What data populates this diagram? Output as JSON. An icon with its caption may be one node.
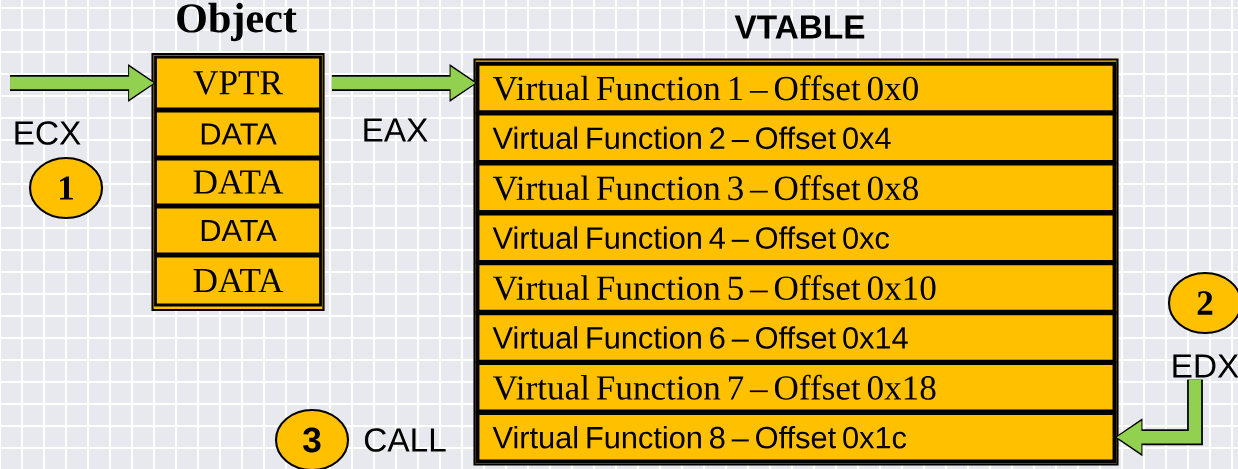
{
  "diagram": {
    "nodes": [
      {
        "text": [
          "Object"
        ]
      },
      {
        "text": [
          "VPTR"
        ],
        "in": 0
      },
      {
        "text": [
          "DATA"
        ],
        "in": 0
      },
      {
        "text": [
          "DATA"
        ],
        "in": 0
      },
      {
        "text": [
          "DATA"
        ],
        "in": 0
      },
      {
        "text": [
          "DATA"
        ],
        "in": 0
      },
      {
        "text": [
          "VTABLE"
        ]
      },
      {
        "text": [
          "Virtual Function 1 – Offset 0x0"
        ],
        "in": 6
      },
      {
        "text": [
          "Virtual Function 2 – Offset 0x4"
        ],
        "in": 6
      },
      {
        "text": [
          "Virtual Function 3 – Offset 0x8"
        ],
        "in": 6
      },
      {
        "text": [
          "Virtual Function 4 – Offset 0xc"
        ],
        "in": 6
      },
      {
        "text": [
          "Virtual Function 5 – Offset 0x10"
        ],
        "in": 6
      },
      {
        "text": [
          "Virtual Function 6 – Offset 0x14"
        ],
        "in": 6
      },
      {
        "text": [
          "Virtual Function 7 – Offset 0x18"
        ],
        "in": 6
      },
      {
        "text": [
          "Virtual Function 8 – Offset 0x1c"
        ],
        "in": 6
      },
      {
        "text": [
          "1"
        ]
      },
      {
        "text": [
          "2"
        ]
      },
      {
        "text": [
          "3"
        ]
      },
      {
        "text": [
          "EDX"
        ]
      }
    ],
    "edges": [
      {
        "from": null,
        "to": 1,
        "arrow": "to"
      },
      {
        "from": 1,
        "to": 7,
        "arrow": "to"
      },
      {
        "from": 18,
        "to": 14,
        "arrow": "to"
      }
    ],
    "labels": [
      "ECX",
      "EAX",
      "CALL"
    ]
  }
}
